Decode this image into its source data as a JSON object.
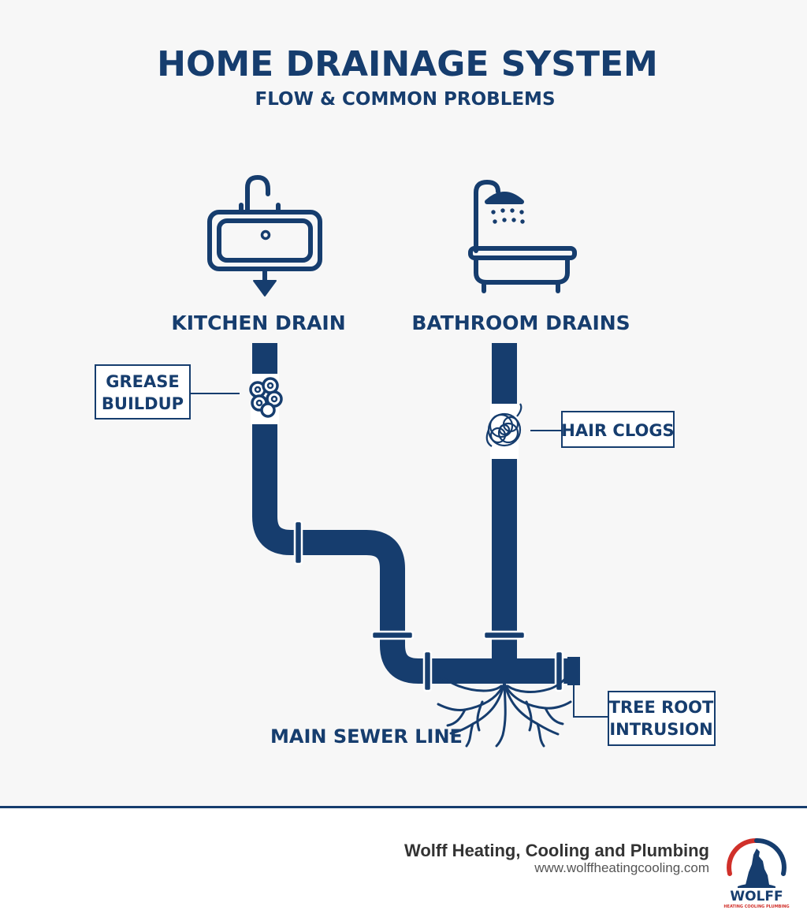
{
  "title": "HOME DRAINAGE SYSTEM",
  "subtitle": "FLOW & COMMON PROBLEMS",
  "fixtures": {
    "kitchen": {
      "label": "KITCHEN DRAIN",
      "icon": "sink-icon"
    },
    "bathroom": {
      "label": "BATHROOM DRAINS",
      "icon": "bathtub-shower-icon"
    }
  },
  "main_line_label": "MAIN SEWER LINE",
  "problems": {
    "grease": {
      "line1": "GREASE",
      "line2": "BUILDUP",
      "icon": "grease-blob-icon"
    },
    "hair": {
      "line1": "HAIR CLOGS",
      "icon": "hair-tangle-icon"
    },
    "roots": {
      "line1": "TREE ROOT",
      "line2": "INTRUSION",
      "icon": "tree-roots-icon"
    }
  },
  "footer": {
    "company": "Wolff Heating, Cooling and Plumbing",
    "url": "www.wolffheatingcooling.com",
    "logo": {
      "name": "WOLFF",
      "tagline": "HEATING COOLING PLUMBING",
      "icon": "wolf-howling-icon"
    }
  },
  "colors": {
    "navy": "#163d6e",
    "background": "#f7f7f7",
    "logo_red": "#d0302a",
    "logo_blue": "#2a6fd0"
  }
}
